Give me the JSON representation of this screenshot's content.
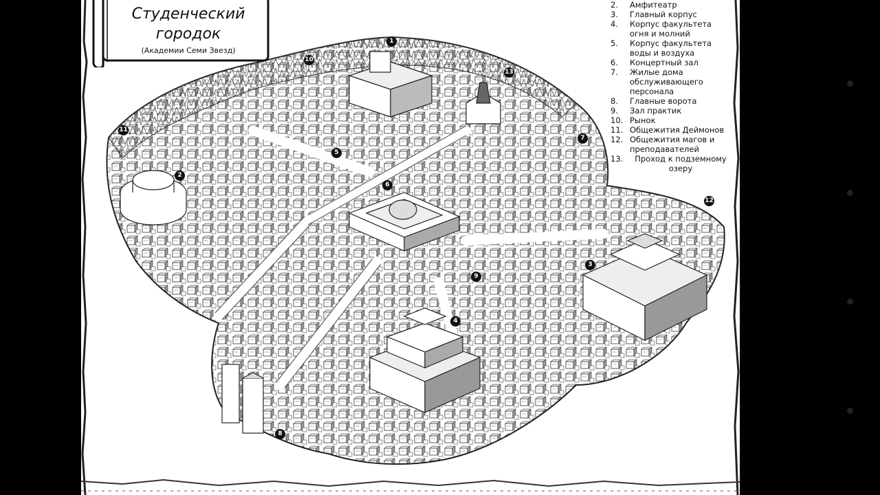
{
  "title": {
    "line1": "Студенческий",
    "line2": "городок",
    "subtitle": "(Академии Семи Звезд)"
  },
  "legend": [
    {
      "num": "2.",
      "text": "Амфитеатр"
    },
    {
      "num": "3.",
      "text": "Главный корпус"
    },
    {
      "num": "4.",
      "text": "Корпус факультета огня и молний"
    },
    {
      "num": "5.",
      "text": "Корпус факультета воды и воздуха"
    },
    {
      "num": "6.",
      "text": "Концертный зал"
    },
    {
      "num": "7.",
      "text": "Жилые дома обслуживающего персонала"
    },
    {
      "num": "8.",
      "text": "Главные ворота"
    },
    {
      "num": "9.",
      "text": "Зал практик"
    },
    {
      "num": "10.",
      "text": "Рынок"
    },
    {
      "num": "11.",
      "text": "Общежития Деймонов"
    },
    {
      "num": "12.",
      "text": "Общежития магов и преподавателей"
    },
    {
      "num": "13.",
      "text": "Проход к подземному озеру"
    }
  ],
  "markers": [
    "1",
    "2",
    "3",
    "4",
    "5",
    "6",
    "7",
    "8",
    "9",
    "10",
    "11",
    "12",
    "13"
  ],
  "colors": {
    "background": "#000000",
    "page": "#ffffff",
    "ink": "#111111"
  }
}
